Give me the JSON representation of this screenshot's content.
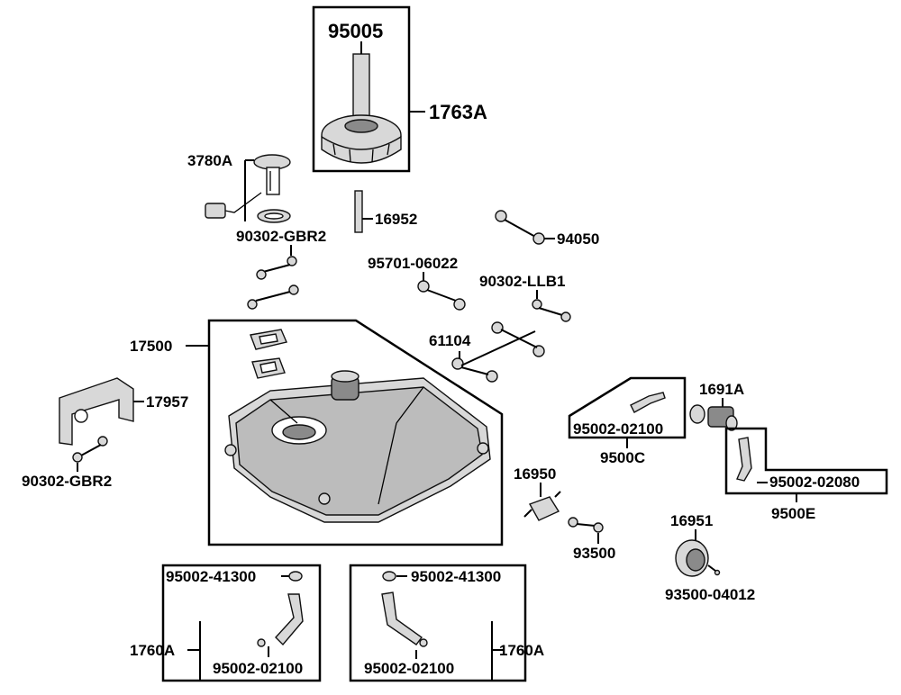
{
  "callouts": {
    "c95005": "95005",
    "c1763A": "1763A",
    "c3780A": "3780A",
    "c16952": "16952",
    "c90302_GBR2_top": "90302-GBR2",
    "c94050": "94050",
    "c95701_06022": "95701-06022",
    "c90302_LLB1": "90302-LLB1",
    "c61104": "61104",
    "c17500": "17500",
    "c17957": "17957",
    "c90302_GBR2_left": "90302-GBR2",
    "c1691A": "1691A",
    "c95002_02100_right": "95002-02100",
    "c9500C": "9500C",
    "c95002_02080": "95002-02080",
    "c9500E": "9500E",
    "c16950": "16950",
    "c93500": "93500",
    "c16951": "16951",
    "c93500_04012": "93500-04012",
    "c95002_41300_a": "95002-41300",
    "c95002_41300_b": "95002-41300",
    "c1760A_a": "1760A",
    "c1760A_b": "1760A",
    "c95002_02100_a": "95002-02100",
    "c95002_02100_b": "95002-02100"
  }
}
